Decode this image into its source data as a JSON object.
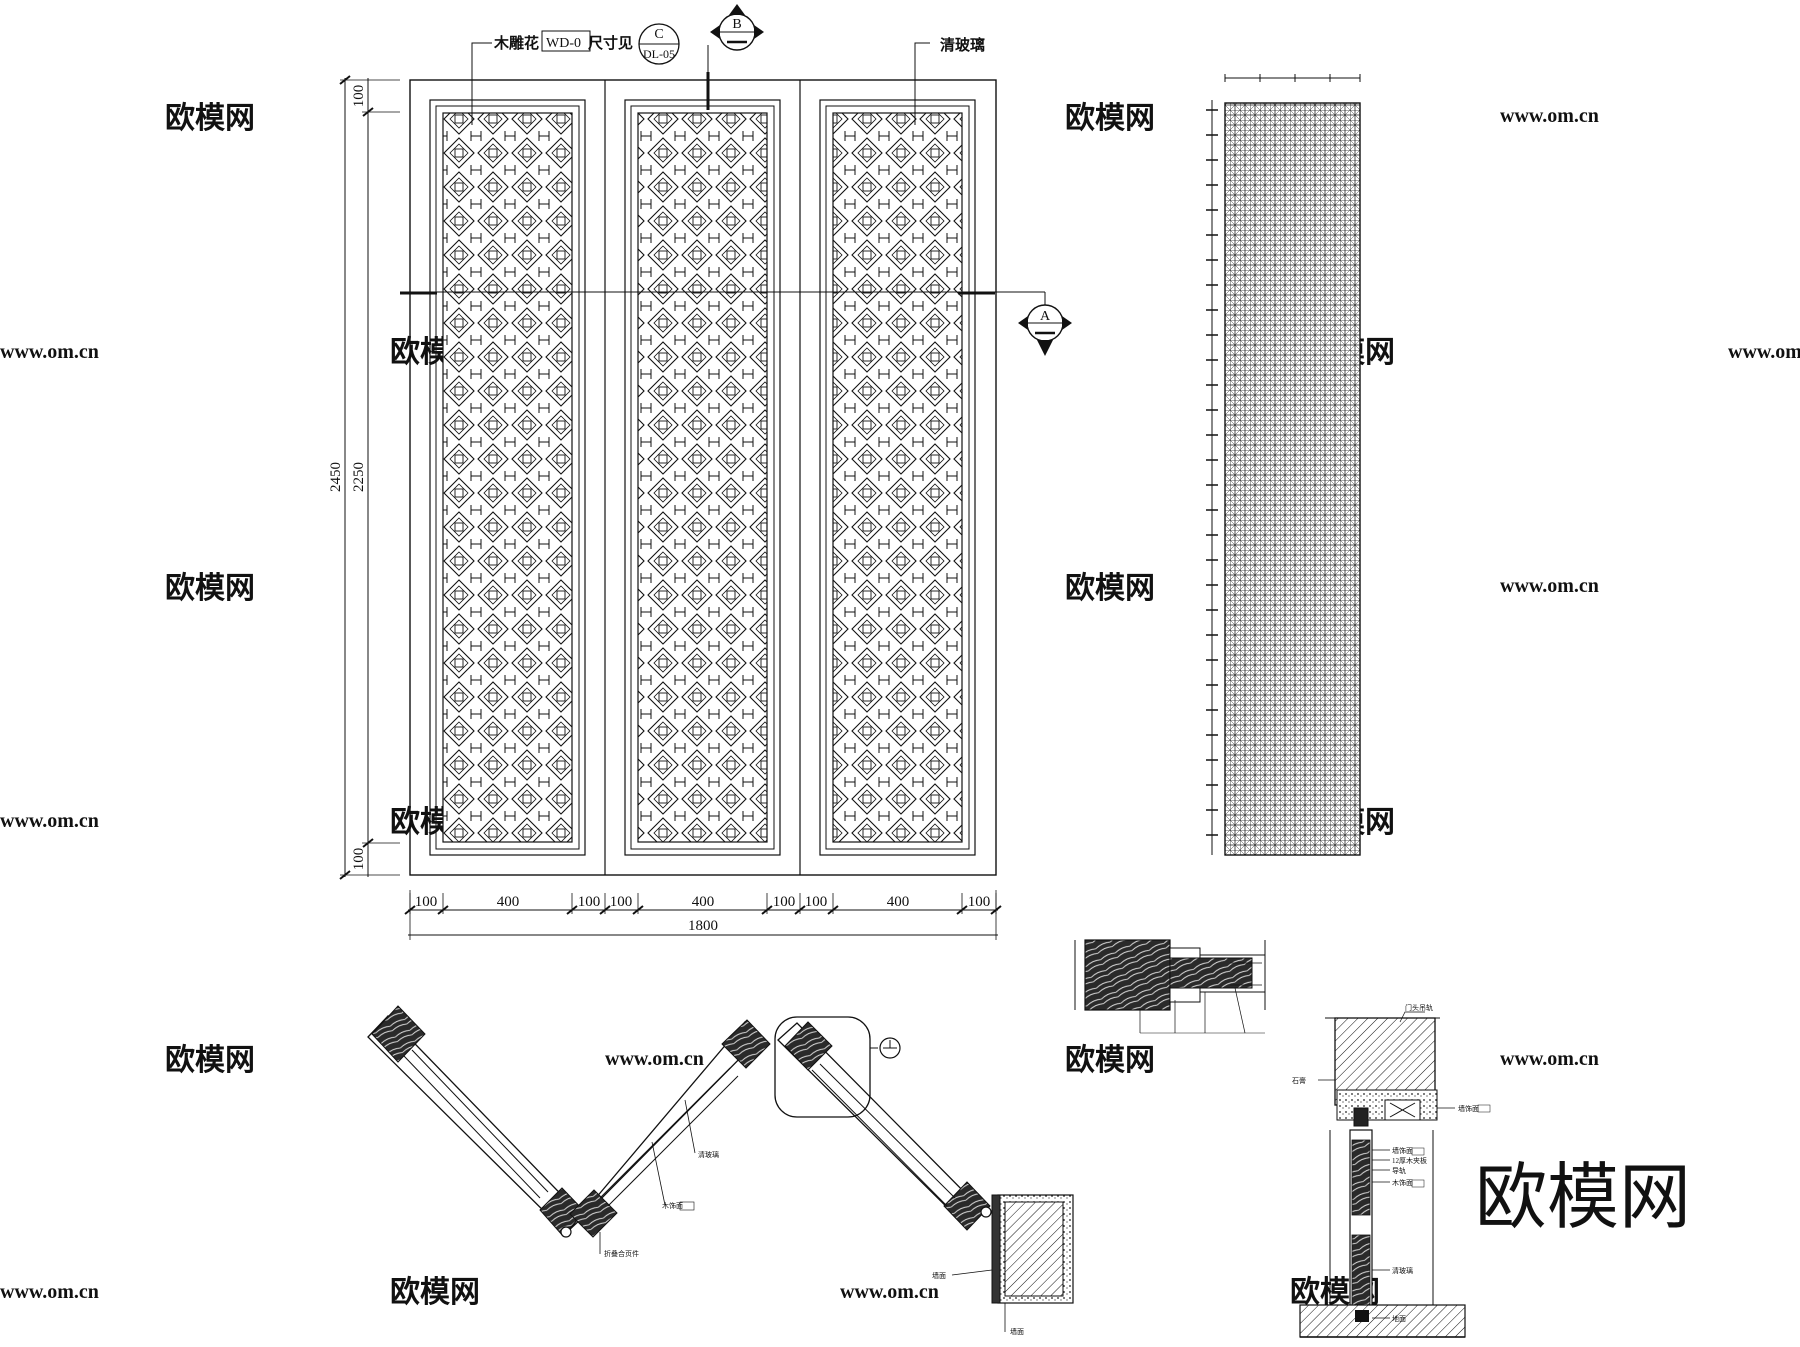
{
  "labels": {
    "carving": "木雕花",
    "wd_code": "WD-0",
    "see_size": "尺寸见",
    "glass": "清玻璃"
  },
  "section_marks": {
    "b": "B",
    "a": "A",
    "c_top": "C",
    "c_bottom": "DL-05"
  },
  "dimensions": {
    "total_height": "2450",
    "inner_height": "2250",
    "rail_top": "100",
    "rail_bottom": "100",
    "bottom_segments": [
      "100",
      "400",
      "100",
      "100",
      "400",
      "100",
      "100",
      "400",
      "100"
    ],
    "total_width": "1800"
  },
  "plan_labels": {
    "glass_note": "清玻璃",
    "wood_note": "木饰面",
    "hinge_note": "折叠合页件",
    "wall_note": "墙面"
  },
  "detail_labels": {
    "frame_note": "门头吊轨",
    "stone_note": "石膏",
    "d1": "墙饰面",
    "d2": "12厚木夹板",
    "d3": "导轨",
    "d4": "木饰面",
    "d5": "清玻璃",
    "d6": "地面"
  },
  "watermark": {
    "cn": "欧模网",
    "url": "www.om.cn",
    "brand": "欧模网"
  }
}
